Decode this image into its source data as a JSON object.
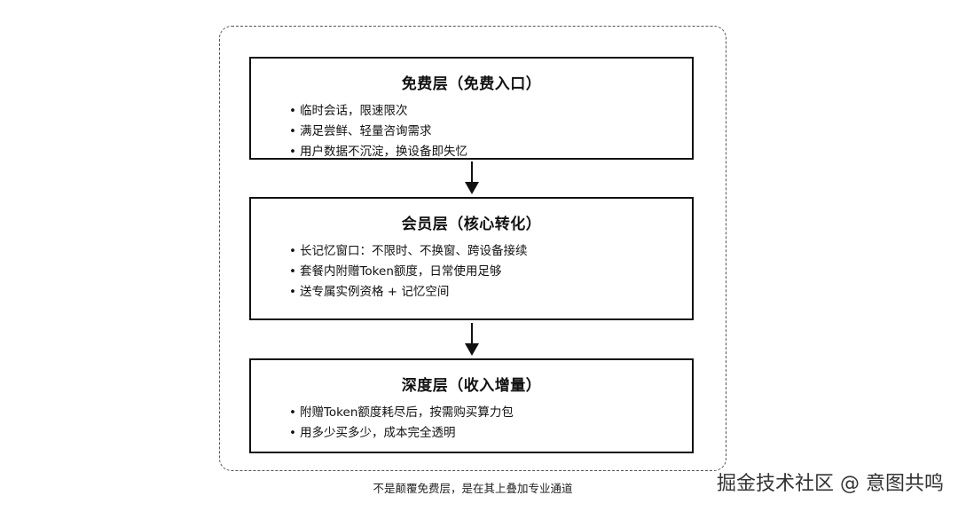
{
  "tiers": [
    {
      "title": "免费层（免费入口）",
      "items": [
        "临时会话，限速限次",
        "满足尝鲜、轻量咨询需求",
        "用户数据不沉淀，换设备即失忆"
      ]
    },
    {
      "title": "会员层（核心转化）",
      "items": [
        "长记忆窗口：不限时、不换窗、跨设备接续",
        "套餐内附赠Token额度，日常使用足够",
        "送专属实例资格 + 记忆空间"
      ]
    },
    {
      "title": "深度层（收入增量）",
      "items": [
        "附赠Token额度耗尽后，按需购买算力包",
        "用多少买多少，成本完全透明"
      ]
    }
  ],
  "caption": "不是颠覆免费层，是在其上叠加专业通道",
  "watermark": "掘金技术社区 @ 意图共鸣"
}
